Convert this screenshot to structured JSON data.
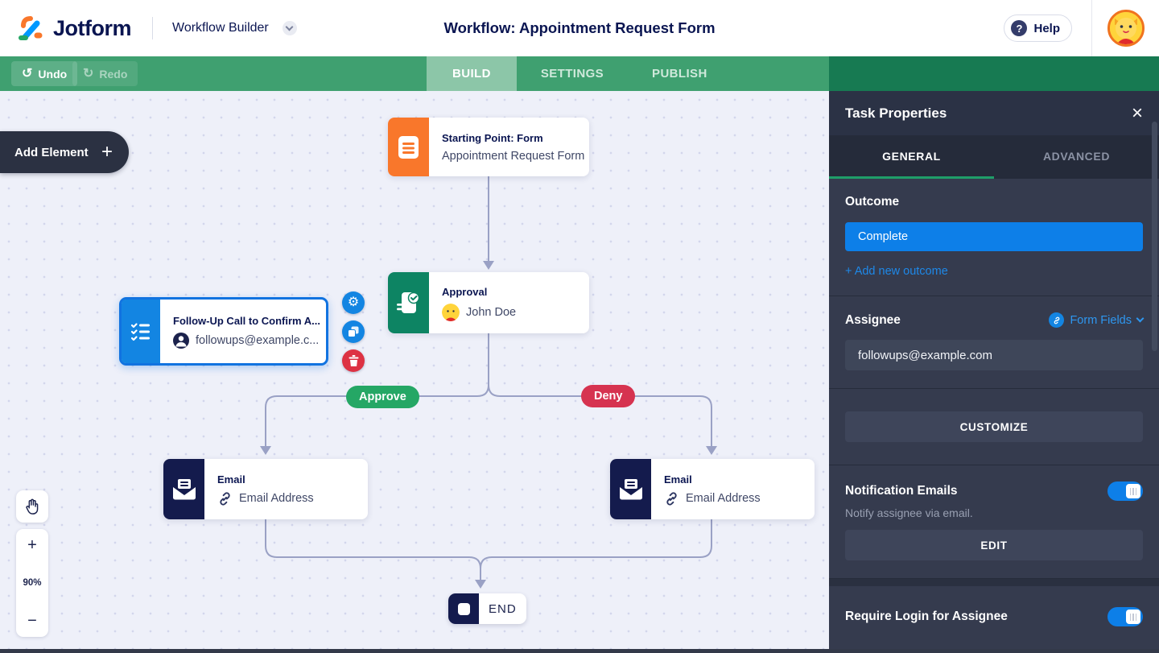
{
  "header": {
    "brand": "Jotform",
    "app_name": "Workflow Builder",
    "title": "Workflow: Appointment Request Form",
    "help_label": "Help"
  },
  "toolbar": {
    "undo_label": "Undo",
    "redo_label": "Redo",
    "tabs": [
      {
        "label": "BUILD",
        "active": true
      },
      {
        "label": "SETTINGS",
        "active": false
      },
      {
        "label": "PUBLISH",
        "active": false
      }
    ]
  },
  "canvas": {
    "add_element_label": "Add Element",
    "zoom_level": "90%",
    "nodes": {
      "start": {
        "title": "Starting Point: Form",
        "subtitle": "Appointment Request Form"
      },
      "approval": {
        "title": "Approval",
        "assignee": "John Doe"
      },
      "followup": {
        "title": "Follow-Up Call to Confirm A...",
        "subtitle": "followups@example.c..."
      },
      "email_left": {
        "title": "Email",
        "subtitle": "Email Address"
      },
      "email_right": {
        "title": "Email",
        "subtitle": "Email Address"
      },
      "end": {
        "label": "END"
      }
    },
    "branches": {
      "approve": "Approve",
      "deny": "Deny"
    }
  },
  "panel": {
    "title": "Task Properties",
    "tabs": {
      "general": "GENERAL",
      "advanced": "ADVANCED"
    },
    "outcome": {
      "heading": "Outcome",
      "value": "Complete",
      "add_link": "+ Add new outcome"
    },
    "assignee": {
      "heading": "Assignee",
      "form_fields_label": "Form Fields",
      "value": "followups@example.com"
    },
    "customize_label": "CUSTOMIZE",
    "notification": {
      "heading": "Notification Emails",
      "description": "Notify assignee via email.",
      "edit_label": "EDIT",
      "enabled": "on"
    },
    "require_login": {
      "heading": "Require Login for Assignee",
      "enabled": "on"
    }
  },
  "icons": {
    "undo": "↺",
    "redo": "↻",
    "gear": "⚙",
    "plus": "+",
    "minus": "−",
    "close": "×",
    "help": "?",
    "add_plus": "+"
  },
  "colors": {
    "accent_blue": "#0d7fe8",
    "green": "#25a765",
    "deny_red": "#d63350",
    "toolbar_green": "#3fa070",
    "navy": "#0a1551",
    "panel_bg": "#353b4e",
    "orange": "#f9772b",
    "approval_green": "#0d8463",
    "email_navy": "#141b4d"
  }
}
